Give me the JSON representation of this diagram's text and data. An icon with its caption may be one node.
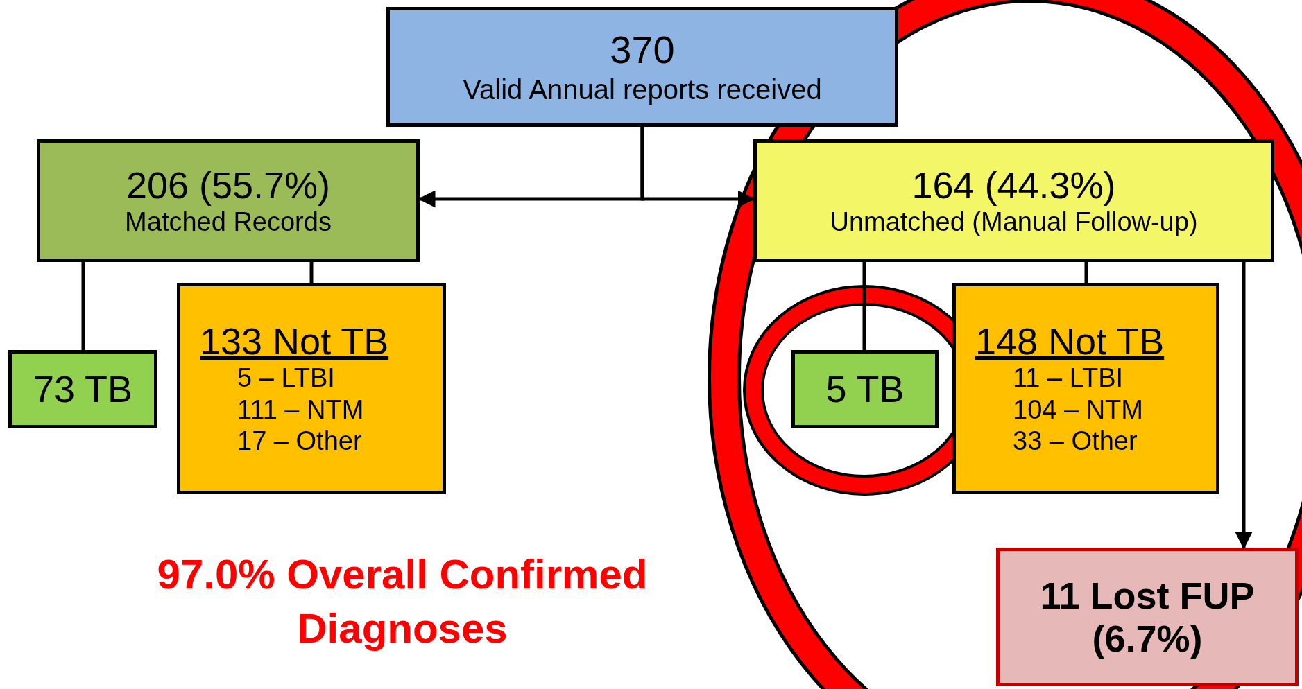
{
  "diagram": {
    "nodes": [
      {
        "text": [
          "370",
          "Valid Annual reports received"
        ]
      },
      {
        "text": [
          "206 (55.7%)",
          "Matched Records"
        ]
      },
      {
        "text": [
          "164 (44.3%)",
          "Unmatched (Manual Follow-up)"
        ]
      },
      {
        "text": [
          "73 TB"
        ]
      },
      {
        "text": [
          "133 Not TB",
          "5 – LTBI",
          "111 – NTM",
          "17 – Other"
        ]
      },
      {
        "text": [
          "5 TB"
        ]
      },
      {
        "text": [
          "148 Not TB",
          "11 – LTBI",
          "104 – NTM",
          "33 – Other"
        ]
      },
      {
        "text": [
          "11 Lost FUP (6.7%)"
        ]
      }
    ],
    "edges": [
      {
        "from": 0,
        "to": 1,
        "arrow": "to"
      },
      {
        "from": 0,
        "to": 2,
        "arrow": "to"
      },
      {
        "from": 1,
        "to": 3,
        "arrow": "none"
      },
      {
        "from": 1,
        "to": 4,
        "arrow": "none"
      },
      {
        "from": 2,
        "to": 5,
        "arrow": "none"
      },
      {
        "from": 2,
        "to": 6,
        "arrow": "none"
      },
      {
        "from": 2,
        "to": 7,
        "arrow": "to"
      }
    ],
    "labels": [
      "97.0% Overall Confirmed Diagnoses"
    ]
  }
}
